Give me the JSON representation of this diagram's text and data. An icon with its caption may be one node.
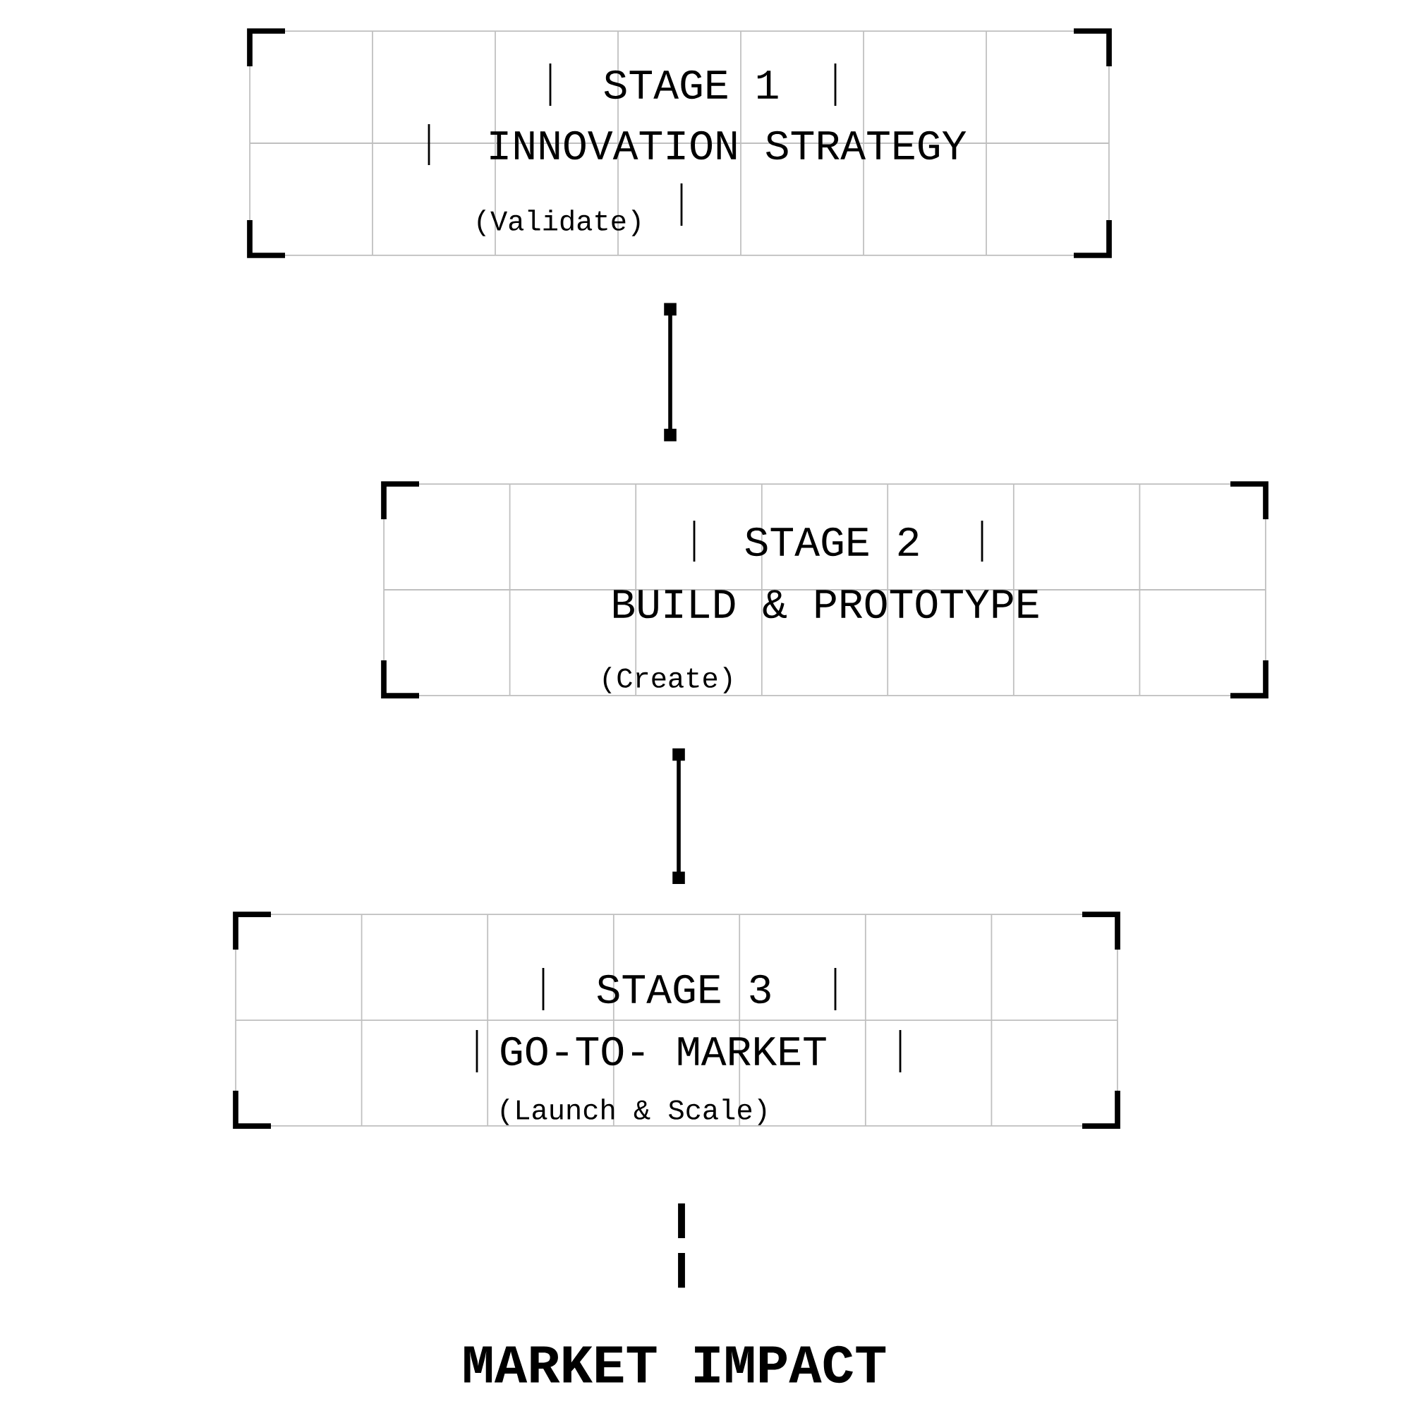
{
  "diagram": {
    "nodes": [
      {
        "text": [
          "STAGE 1",
          "INNOVATION STRATEGY",
          "(Validate)"
        ]
      },
      {
        "text": [
          "STAGE 2",
          "BUILD & PROTOTYPE",
          "(Create)"
        ]
      },
      {
        "text": [
          "STAGE 3",
          "GO-TO- MARKET",
          "(Launch & Scale)"
        ]
      },
      {
        "text": [
          "MARKET IMPACT"
        ]
      }
    ],
    "edges": [
      {
        "from": 0,
        "to": 1,
        "arrow": "other"
      },
      {
        "from": 1,
        "to": 2,
        "arrow": "other"
      },
      {
        "from": 2,
        "to": 3,
        "arrow": "none",
        "style": "dashed"
      }
    ]
  }
}
